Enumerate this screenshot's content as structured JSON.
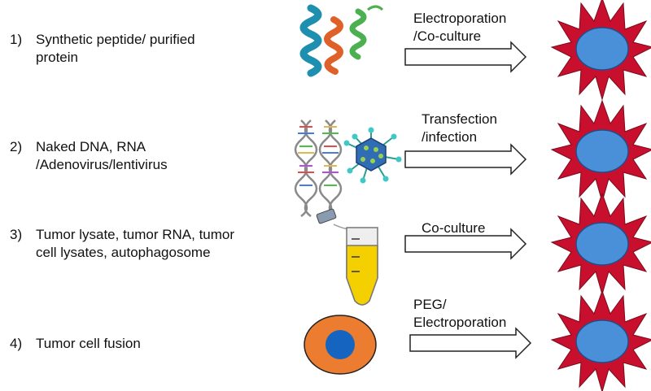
{
  "rows": [
    {
      "number": "1)",
      "line1": "Synthetic peptide/ purified",
      "line2": "protein",
      "method1": "Electroporation",
      "method2": "/Co-culture"
    },
    {
      "number": "2)",
      "line1": "Naked DNA, RNA",
      "line2": "/Adenovirus/lentivirus",
      "method1": "Transfection",
      "method2": "/infection"
    },
    {
      "number": "3)",
      "line1": "Tumor lysate, tumor RNA, tumor",
      "line2": "cell lysates, autophagosome",
      "method1": "Co-culture",
      "method2": ""
    },
    {
      "number": "4)",
      "line1": "Tumor cell fusion",
      "line2": "",
      "method1": "PEG/",
      "method2": "Electroporation"
    }
  ],
  "colors": {
    "dendritic_cell_body": "#c8102e",
    "dendritic_cell_nucleus": "#4a90d9",
    "fusion_cell": "#ec7c30",
    "fusion_nucleus": "#1565c0",
    "tube_liquid": "#f4d000",
    "protein_helix_teal": "#1f8fb0",
    "protein_helix_orange": "#e0602a",
    "protein_helix_green": "#4caf50"
  }
}
